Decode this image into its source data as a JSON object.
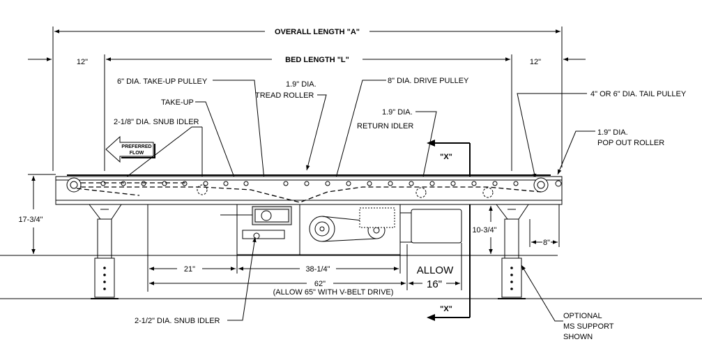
{
  "labels": {
    "overall_length": "OVERALL LENGTH \"A\"",
    "bed_length": "BED LENGTH \"L\"",
    "left_extension": "12\"",
    "right_extension": "12\"",
    "take_up_pulley": "6\" DIA. TAKE-UP PULLEY",
    "tread_roller_1": "1.9\" DIA.",
    "tread_roller_2": "TREAD ROLLER",
    "drive_pulley": "8\" DIA. DRIVE PULLEY",
    "tail_pulley": "4\" OR 6\" DIA. TAIL PULLEY",
    "take_up": "TAKE-UP",
    "return_idler_1": "1.9\" DIA.",
    "return_idler_2": "RETURN IDLER",
    "snub_idler_top": "2-1/8\" DIA. SNUB IDLER",
    "pop_out_1": "1.9\" DIA.",
    "pop_out_2": "POP OUT ROLLER",
    "flow_1": "PREFERRED",
    "flow_2": "FLOW",
    "section_x_top": "\"X\"",
    "section_x_bottom": "\"X\"",
    "height": "17-3/4\"",
    "drive_height": "10-3/4\"",
    "right_offset": "8\"",
    "dim_21": "21\"",
    "dim_38": "38-1/4\"",
    "allow": "ALLOW",
    "allow_16": "16\"",
    "dim_62": "62\"",
    "dim_62_note": "(ALLOW 65\" WITH V-BELT DRIVE)",
    "snub_idler_bottom": "2-1/2\" DIA. SNUB IDLER",
    "optional_1": "OPTIONAL",
    "optional_2": "MS SUPPORT",
    "optional_3": "SHOWN"
  }
}
